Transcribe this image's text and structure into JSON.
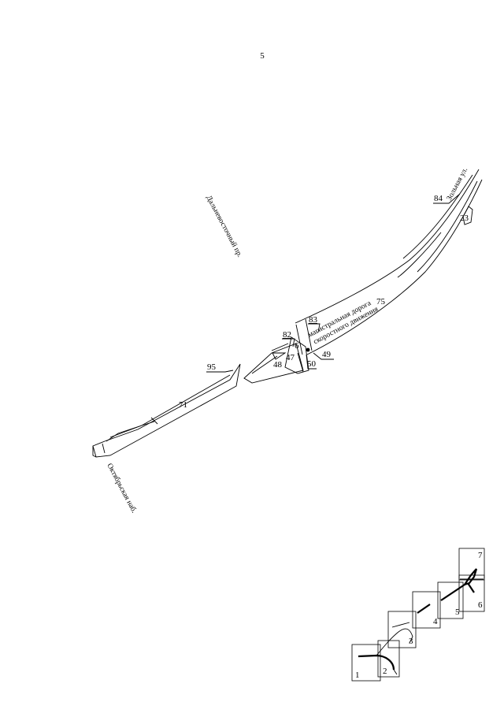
{
  "page_number": "5",
  "streets": {
    "dalnevostochny": "Дальневосточный пр.",
    "zolnaya": "Зольная ул.",
    "oktyabrskaya": "Октябрьская наб.",
    "highway_line1": "магистральная дорога",
    "highway_line2": "скоростного движения"
  },
  "parcels": {
    "p23": "23",
    "p84": "84",
    "p75": "75",
    "p83": "83",
    "p82": "82",
    "p6": "6",
    "p47": "47",
    "p48": "48",
    "p50": "50",
    "p49": "49",
    "p95": "95",
    "p71": "71"
  },
  "index_map": {
    "sheets": [
      "1",
      "2",
      "3",
      "4",
      "5",
      "6",
      "7"
    ]
  }
}
